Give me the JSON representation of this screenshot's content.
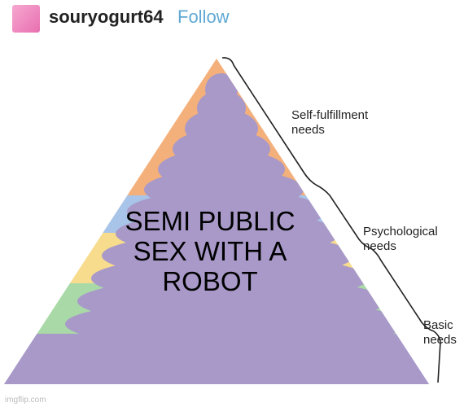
{
  "post": {
    "username": "souryogurt64",
    "follow_label": "Follow",
    "avatar_color": "#ee8cc3",
    "link_color": "#5fa8d3"
  },
  "pyramid": {
    "overlay_caption": "SEMI PUBLIC SEX WITH A ROBOT",
    "levels": [
      {
        "label_line1": "Self-fulfillment",
        "label_line2": "needs",
        "color": "#f4b07a"
      },
      {
        "label_line1": "Psychological",
        "label_line2": "needs",
        "color": "#a8c4e8"
      },
      {
        "label_line1": "Basic",
        "label_line2": "needs",
        "color": "#a9d9a7"
      }
    ],
    "blob_color": "#a899c9"
  },
  "watermark": "imgflip.com"
}
